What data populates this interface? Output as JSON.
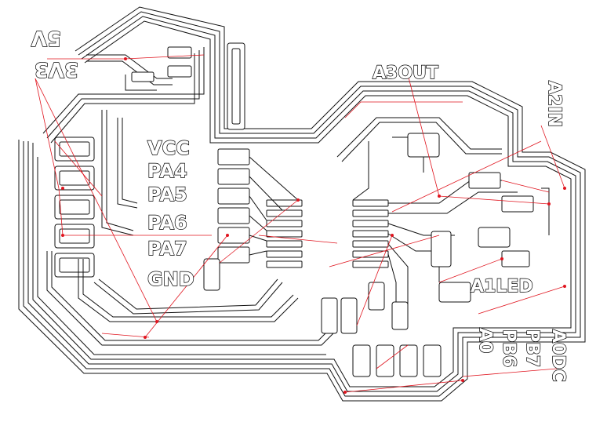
{
  "labels": {
    "power_5v": "5V",
    "power_3v3": "3V3",
    "dac_out": "A3OUT",
    "header_left": [
      "VCC",
      "PA4",
      "PA5",
      "PA6",
      "PA7",
      "GND"
    ],
    "right_top": "A2IN",
    "right_mid": "A1LED",
    "bottom_right": [
      "A0",
      "PB6",
      "PB7",
      "A0DC"
    ]
  }
}
